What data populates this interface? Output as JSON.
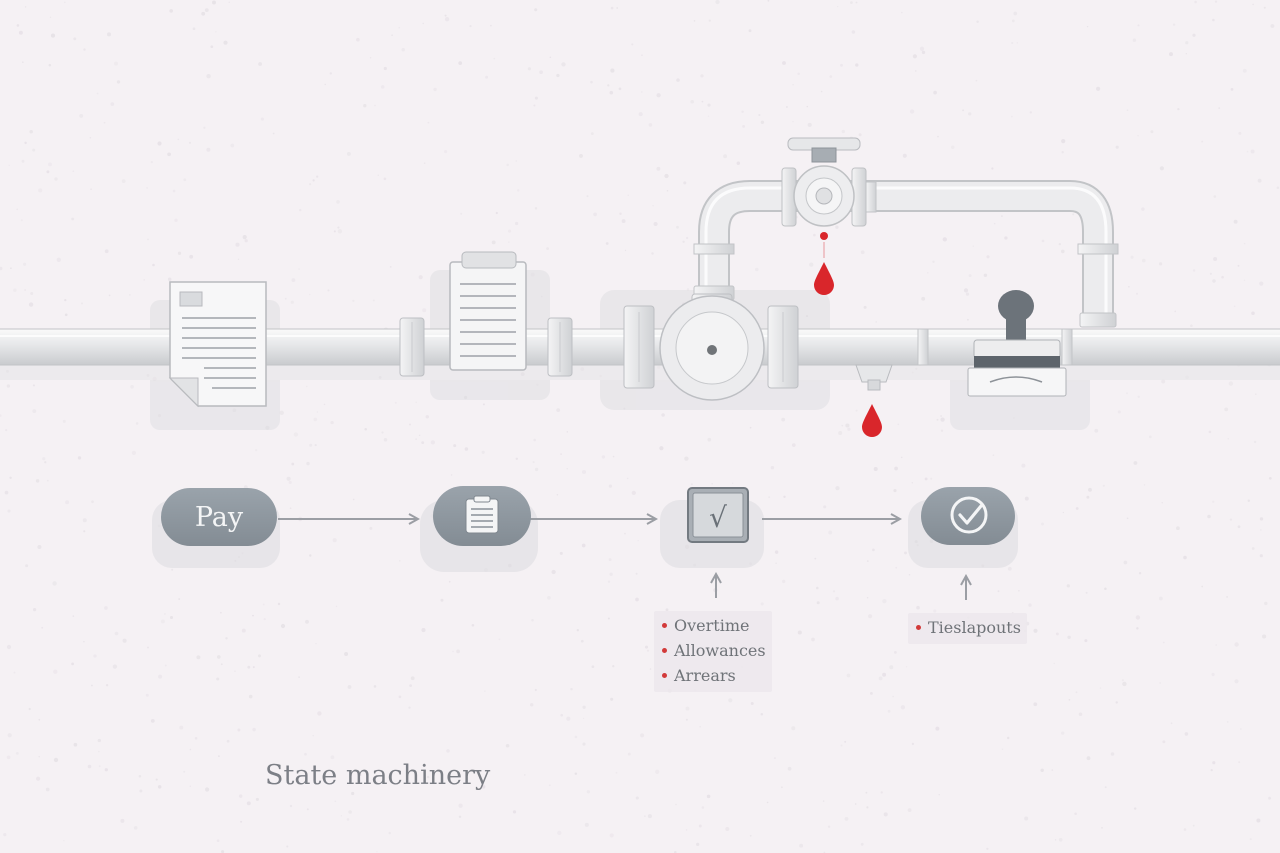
{
  "flow": {
    "stage1_label": "Pay",
    "stage3_check": "√"
  },
  "lists": {
    "stage3_items": [
      "Overtime",
      "Allowances",
      "Arrears"
    ],
    "stage4_items": [
      "Tieslapouts"
    ]
  },
  "caption": "State machinery",
  "colors": {
    "background": "#f5f1f4",
    "pipe": "#e7e8ea",
    "pill": "#8e979f",
    "leak": "#d9262b",
    "text": "#7c7f86"
  },
  "icons": {
    "stage2": "clipboard-icon",
    "stage4": "check-circle-icon",
    "pipe_document": "document-icon",
    "pipe_clipboard": "clipboard-icon",
    "pipe_stamp": "rubber-stamp-icon",
    "leak": "drop-icon"
  }
}
